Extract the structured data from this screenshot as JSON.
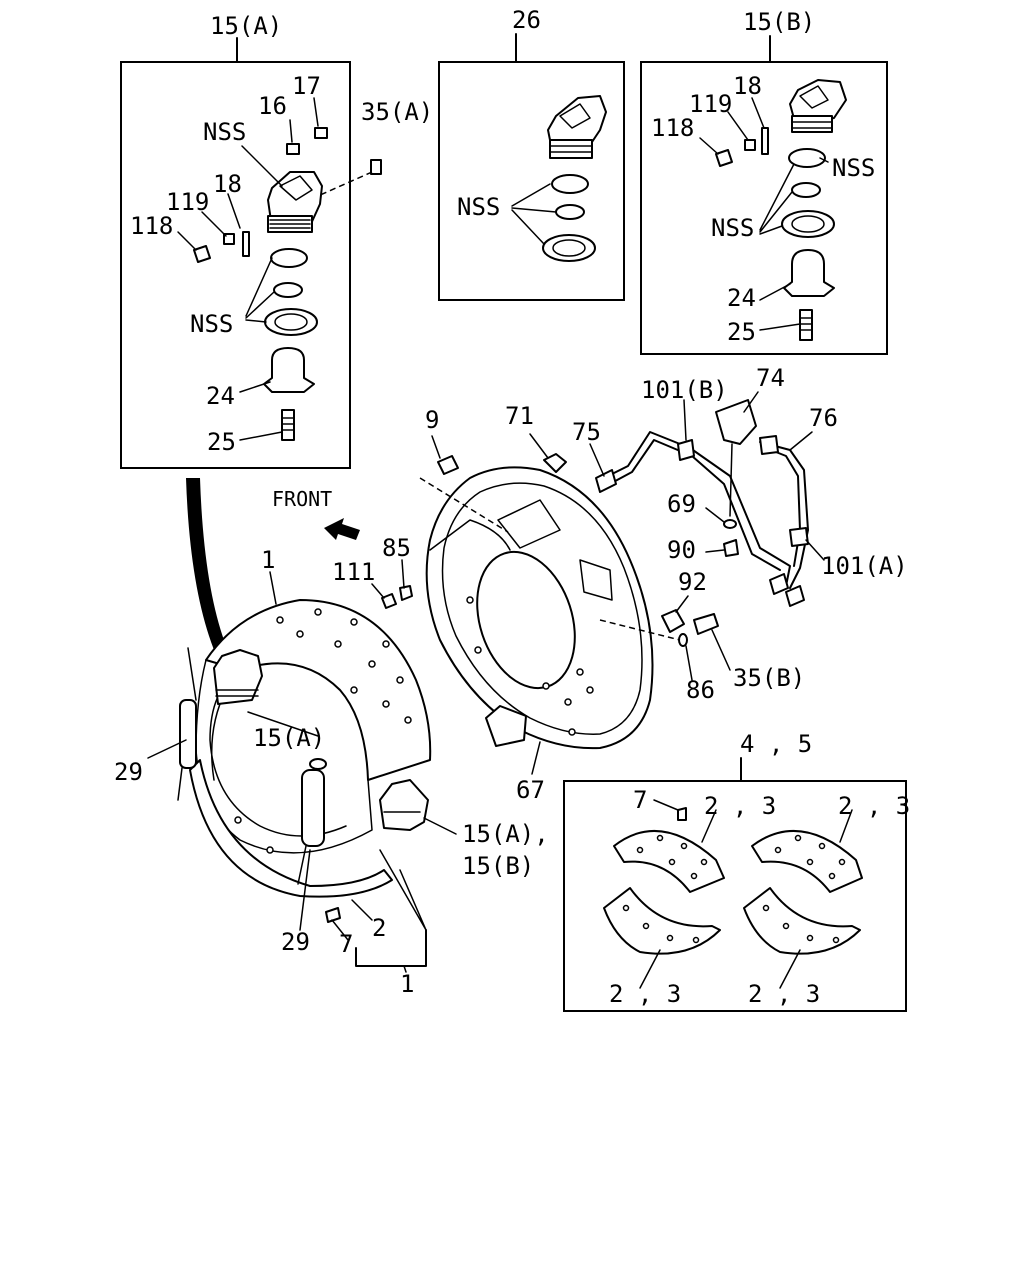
{
  "labels": {
    "l15a_top": "15(A)",
    "l26": "26",
    "l15b_top": "15(B)",
    "l17": "17",
    "l16": "16",
    "l35a": "35(A)",
    "lnss_a1": "NSS",
    "l18_a": "18",
    "l119_a": "119",
    "l118_a": "118",
    "lnss_a2": "NSS",
    "l24_a": "24",
    "l25_a": "25",
    "lnss_26": "NSS",
    "l18_b": "18",
    "l119_b": "119",
    "l118_b": "118",
    "lnss_b1": "NSS",
    "lnss_b2": "NSS",
    "l24_b": "24",
    "l25_b": "25",
    "l9": "9",
    "l71": "71",
    "l75": "75",
    "l101b": "101(B)",
    "l74": "74",
    "l76": "76",
    "lfront": "FRONT",
    "l85": "85",
    "l111": "111",
    "l69": "69",
    "l90": "90",
    "l101a": "101(A)",
    "l92": "92",
    "l86": "86",
    "l35b": "35(B)",
    "l1_top": "1",
    "l15a_mid": "15(A)",
    "l29_l": "29",
    "l67": "67",
    "l45": "4 , 5",
    "l7_r": "7",
    "l23_a": "2 , 3",
    "l23_b": "2 , 3",
    "l15ab_1": "15(A),",
    "l15ab_2": "15(B)",
    "l29_b": "29",
    "l7_b": "7",
    "l2": "2",
    "l1_b": "1",
    "l23_c": "2 , 3",
    "l23_d": "2 , 3"
  }
}
